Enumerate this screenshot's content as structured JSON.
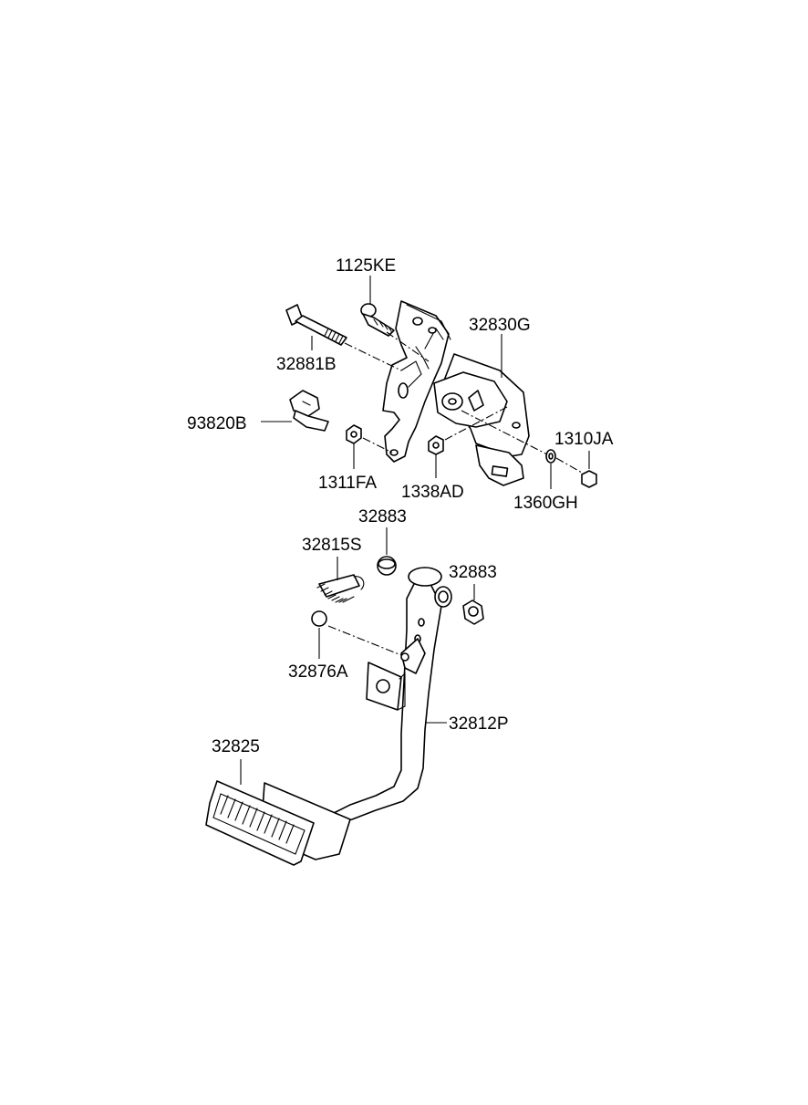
{
  "diagram": {
    "callouts": {
      "p1125KE": "1125KE",
      "p32830G": "32830G",
      "p32881B": "32881B",
      "p93820B": "93820B",
      "p1310JA": "1310JA",
      "p1311FA": "1311FA",
      "p1338AD": "1338AD",
      "p1360GH": "1360GH",
      "p32883a": "32883",
      "p32815S": "32815S",
      "p32883b": "32883",
      "p32876A": "32876A",
      "p32812P": "32812P",
      "p32825": "32825"
    }
  }
}
